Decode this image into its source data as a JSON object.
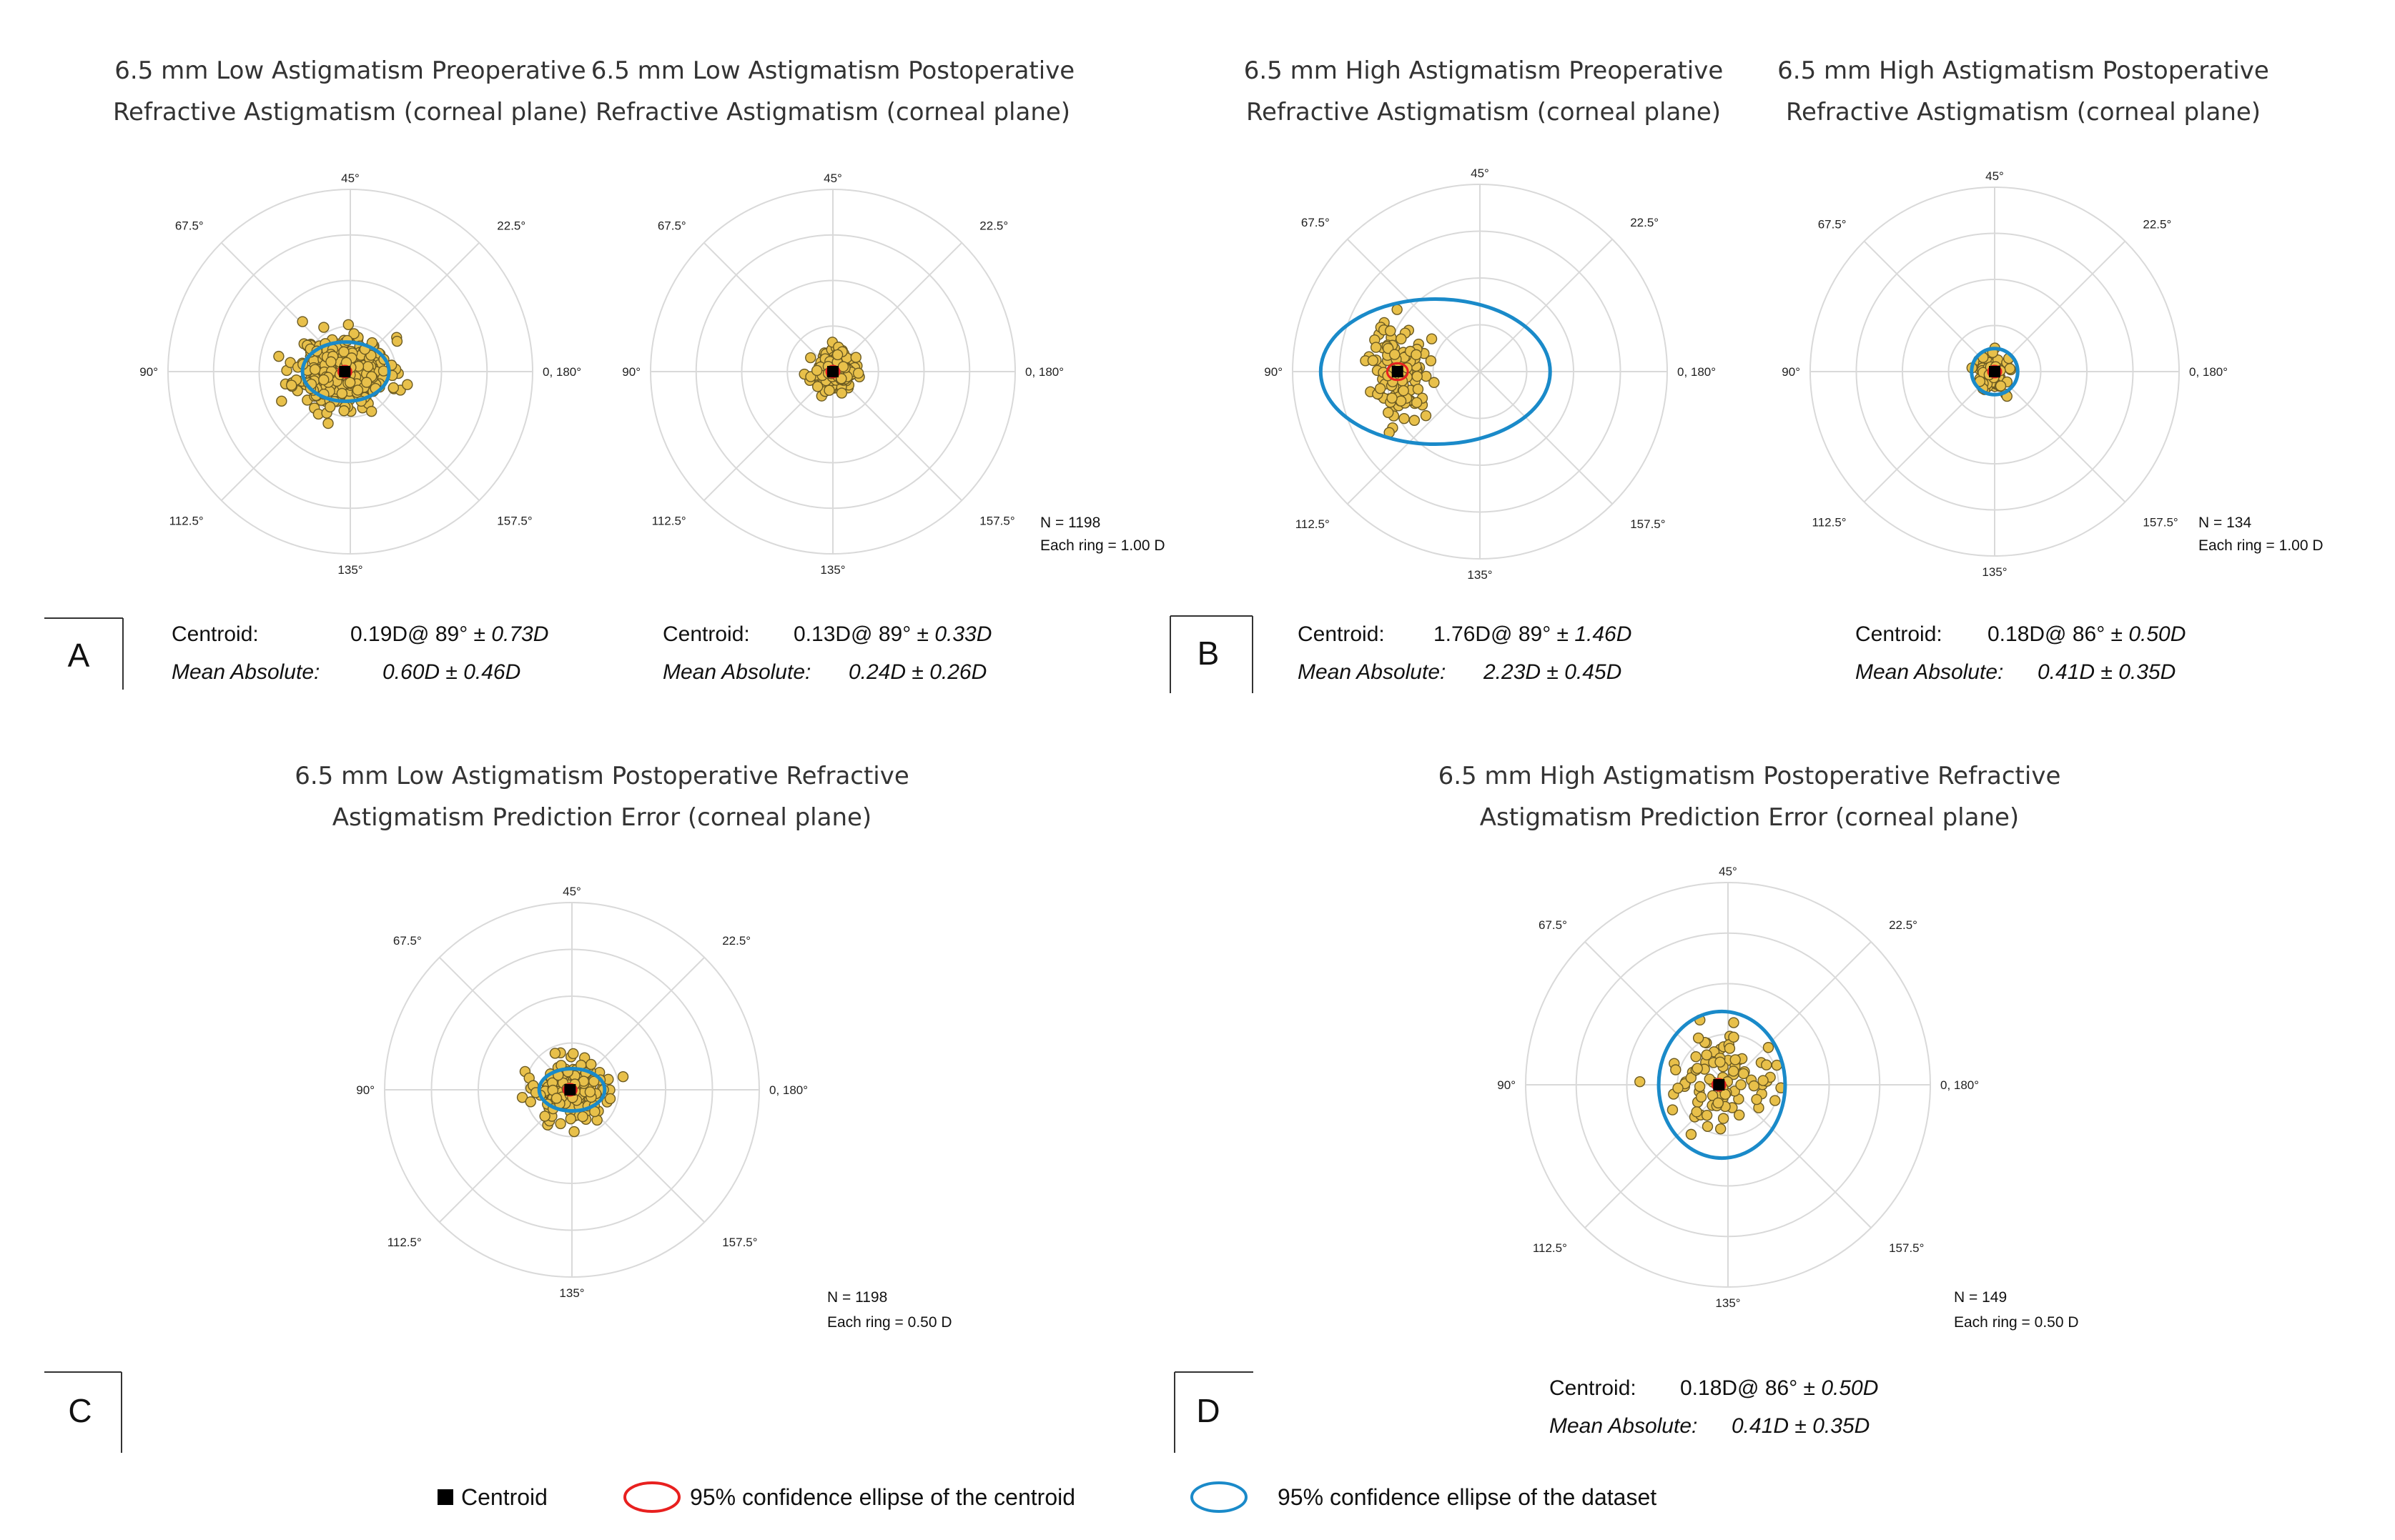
{
  "chart_data": [
    {
      "type": "scatter",
      "polar": true,
      "title": [
        "6.5 mm Low Astigmatism Preoperative",
        "Refractive Astigmatism (corneal plane)"
      ],
      "angle_labels": [
        "45°",
        "67.5°",
        "22.5°",
        "90°",
        "0, 180°",
        "112.5°",
        "157.5°",
        "135°"
      ],
      "rings": 4,
      "cloud": {
        "cx": -0.15,
        "cy": 0.0,
        "rx": 1.2,
        "ry": 0.9,
        "n": 380,
        "seed": 11
      },
      "centroid": {
        "x": -0.12,
        "y": 0.0
      },
      "data_ellipse": {
        "cx": -0.1,
        "cy": 0.0,
        "rx": 0.95,
        "ry": 0.65
      },
      "centroid_ellipse": {
        "cx": -0.12,
        "cy": 0.0,
        "rx": 0.07,
        "ry": 0.05
      },
      "stats": {
        "centroid_label": "Centroid:",
        "centroid_value": "0.19D@ 89° ± ",
        "centroid_sd": "0.73D",
        "mean_abs_label": "Mean Absolute:",
        "mean_abs_value": "0.60D ± 0.46D"
      }
    },
    {
      "type": "scatter",
      "polar": true,
      "title": [
        "6.5 mm Low Astigmatism Postoperative",
        "Refractive Astigmatism (corneal plane)"
      ],
      "angle_labels": [
        "45°",
        "67.5°",
        "22.5°",
        "90°",
        "0, 180°",
        "112.5°",
        "157.5°",
        "135°"
      ],
      "rings": 4,
      "cloud": {
        "cx": 0.0,
        "cy": 0.0,
        "rx": 0.55,
        "ry": 0.5,
        "n": 140,
        "seed": 23
      },
      "centroid": {
        "x": 0.0,
        "y": 0.0
      },
      "centroid_ellipse": {
        "cx": 0.0,
        "cy": 0.0,
        "rx": 0.04,
        "ry": 0.04
      },
      "notes": [
        "N = 1198",
        "Each ring = 1.00 D"
      ],
      "stats": {
        "centroid_label": "Centroid:",
        "centroid_value": "0.13D@ 89° ± ",
        "centroid_sd": "0.33D",
        "mean_abs_label": "Mean Absolute:",
        "mean_abs_value": "0.24D ± 0.26D"
      }
    },
    {
      "type": "scatter",
      "polar": true,
      "title": [
        "6.5 mm High Astigmatism Preoperative",
        "Refractive Astigmatism (corneal plane)"
      ],
      "angle_labels": [
        "45°",
        "67.5°",
        "22.5°",
        "90°",
        "0, 180°",
        "112.5°",
        "157.5°",
        "135°"
      ],
      "rings": 4,
      "cloud": {
        "cx": -1.7,
        "cy": 0.0,
        "rx": 0.75,
        "ry": 1.3,
        "n": 110,
        "seed": 37
      },
      "centroid": {
        "x": -1.76,
        "y": 0.0
      },
      "data_ellipse": {
        "cx": -0.95,
        "cy": 0.0,
        "rx": 2.45,
        "ry": 1.55
      },
      "centroid_ellipse": {
        "cx": -1.76,
        "cy": 0.0,
        "rx": 0.22,
        "ry": 0.18
      },
      "stats": {
        "centroid_label": "Centroid:",
        "centroid_value": "1.76D@ 89° ± ",
        "centroid_sd": "1.46D",
        "mean_abs_label": "Mean Absolute:",
        "mean_abs_value": "2.23D ± 0.45D"
      }
    },
    {
      "type": "scatter",
      "polar": true,
      "title": [
        "6.5 mm High Astigmatism Postoperative",
        "Refractive Astigmatism (corneal plane)"
      ],
      "angle_labels": [
        "45°",
        "67.5°",
        "22.5°",
        "90°",
        "0, 180°",
        "112.5°",
        "157.5°",
        "135°"
      ],
      "rings": 4,
      "cloud": {
        "cx": 0.0,
        "cy": 0.0,
        "rx": 0.5,
        "ry": 0.5,
        "n": 70,
        "seed": 41
      },
      "centroid": {
        "x": 0.0,
        "y": 0.0
      },
      "data_ellipse": {
        "cx": 0.0,
        "cy": 0.0,
        "rx": 0.5,
        "ry": 0.5
      },
      "centroid_ellipse": {
        "cx": 0.0,
        "cy": 0.0,
        "rx": 0.05,
        "ry": 0.05
      },
      "notes": [
        "N = 134",
        "Each ring = 1.00 D"
      ],
      "stats": {
        "centroid_label": "Centroid:",
        "centroid_value": "0.18D@ 86° ± ",
        "centroid_sd": "0.50D",
        "mean_abs_label": "Mean Absolute:",
        "mean_abs_value": "0.41D ± 0.35D"
      }
    },
    {
      "type": "scatter",
      "polar": true,
      "title": [
        "6.5 mm Low Astigmatism Postoperative Refractive",
        "Astigmatism Prediction Error (corneal plane)"
      ],
      "angle_labels": [
        "45°",
        "67.5°",
        "22.5°",
        "90°",
        "0, 180°",
        "112.5°",
        "157.5°",
        "135°"
      ],
      "rings": 4,
      "cloud": {
        "cx": 0.0,
        "cy": 0.0,
        "rx": 0.95,
        "ry": 0.75,
        "n": 220,
        "seed": 53
      },
      "centroid": {
        "x": -0.04,
        "y": 0.0
      },
      "data_ellipse": {
        "cx": 0.0,
        "cy": 0.0,
        "rx": 0.7,
        "ry": 0.45
      },
      "centroid_ellipse": {
        "cx": -0.04,
        "cy": 0.0,
        "rx": 0.04,
        "ry": 0.04
      },
      "notes": [
        "N = 1198",
        "Each ring = 0.50 D"
      ]
    },
    {
      "type": "scatter",
      "polar": true,
      "title": [
        "6.5 mm High Astigmatism Postoperative Refractive",
        "Astigmatism Prediction Error (corneal plane)"
      ],
      "angle_labels": [
        "45°",
        "67.5°",
        "22.5°",
        "90°",
        "0, 180°",
        "112.5°",
        "157.5°",
        "135°"
      ],
      "rings": 4,
      "cloud": {
        "cx": -0.15,
        "cy": 0.0,
        "rx": 1.3,
        "ry": 1.15,
        "n": 90,
        "seed": 67
      },
      "centroid": {
        "x": -0.18,
        "y": 0.0
      },
      "data_ellipse": {
        "cx": -0.12,
        "cy": 0.0,
        "rx": 1.25,
        "ry": 1.45
      },
      "centroid_ellipse": {
        "cx": -0.18,
        "cy": 0.0,
        "rx": 0.06,
        "ry": 0.06
      },
      "notes": [
        "N = 149",
        "Each ring = 0.50 D"
      ],
      "stats": {
        "centroid_label": "Centroid:",
        "centroid_value": "0.18D@ 86° ± ",
        "centroid_sd": "0.50D",
        "mean_abs_label": "Mean Absolute:",
        "mean_abs_value": "0.41D ± 0.35D"
      }
    }
  ],
  "panel_letters": [
    "A",
    "B",
    "C",
    "D"
  ],
  "legend": {
    "centroid": "Centroid",
    "centroid_ellipse": "95% confidence ellipse of the centroid",
    "data_ellipse": "95% confidence ellipse of the dataset"
  },
  "colors": {
    "point_fill": "#e8c04a",
    "point_stroke": "#6b5a22",
    "centroid": "#000000",
    "centroid_ellipse": "#e8201f",
    "data_ellipse": "#1a8ac9",
    "grid": "#d9d9d9"
  }
}
